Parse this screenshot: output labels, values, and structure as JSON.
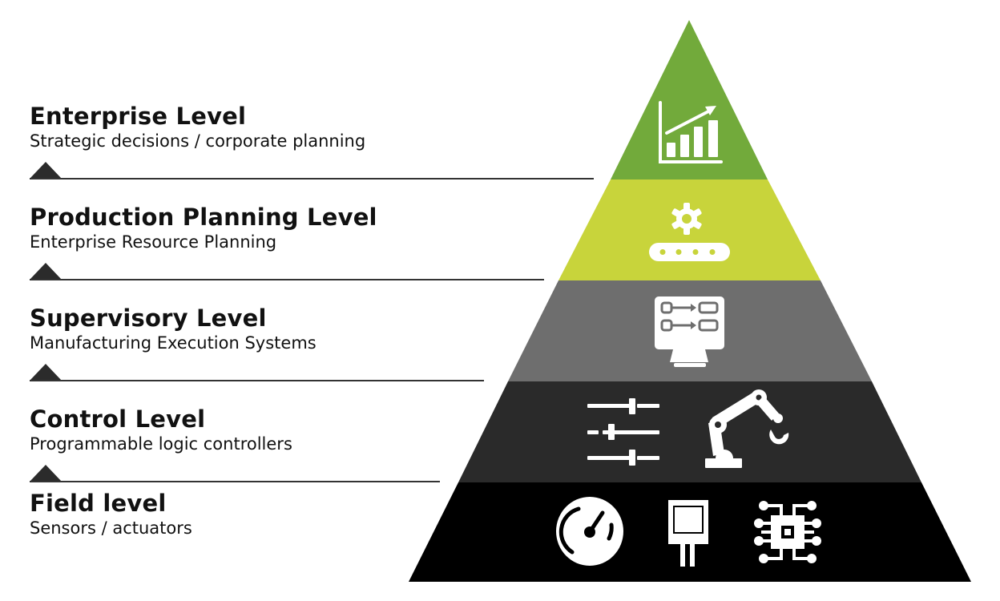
{
  "levels": [
    {
      "title": "Enterprise Level",
      "subtitle": "Strategic decisions / corporate planning",
      "color": "#72aa3b",
      "icons": [
        "growth-chart-icon"
      ]
    },
    {
      "title": "Production Planning Level",
      "subtitle": "Enterprise Resource Planning",
      "color": "#c8d43b",
      "icons": [
        "gear-conveyor-icon"
      ]
    },
    {
      "title": "Supervisory Level",
      "subtitle": "Manufacturing Execution Systems",
      "color": "#6e6e6e",
      "icons": [
        "monitor-workflow-icon"
      ]
    },
    {
      "title": "Control Level",
      "subtitle": "Programmable logic controllers",
      "color": "#2a2a2a",
      "icons": [
        "sliders-icon",
        "robot-arm-icon"
      ]
    },
    {
      "title": "Field level",
      "subtitle": "Sensors / actuators",
      "color": "#000000",
      "icons": [
        "gauge-icon",
        "sensor-icon",
        "chip-icon"
      ]
    }
  ]
}
